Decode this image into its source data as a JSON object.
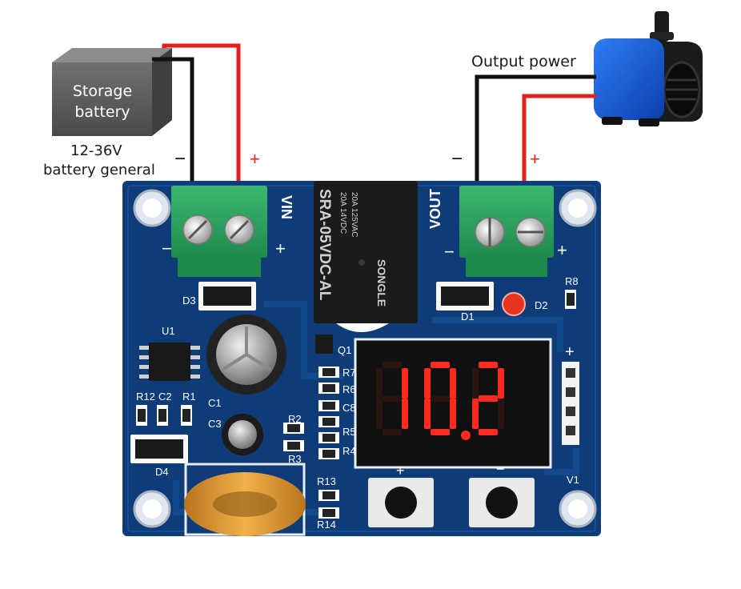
{
  "battery": {
    "label": "Storage\nbattery",
    "spec_line1": "12-36V",
    "spec_line2": "battery general",
    "minus": "−",
    "plus": "+"
  },
  "output": {
    "label": "Output power",
    "minus": "−",
    "plus": "+"
  },
  "board": {
    "input_label": "VIN",
    "output_label": "VOUT",
    "term_minus": "−",
    "term_plus": "+",
    "relay_text": "SRA-05VDC-AL",
    "relay_rating1": "20A 14VDC",
    "relay_rating2": "20A 125VAC",
    "relay_brand": "SONGLE",
    "display_value": "10.2",
    "display_color": "#ff2a1f",
    "pcb_color": "#0d3c78",
    "silk": [
      "D3",
      "U1",
      "R12",
      "C2",
      "R1",
      "C1",
      "C3",
      "R2",
      "R3",
      "D4",
      "Q1",
      "R7",
      "R6",
      "C8",
      "R5",
      "R4",
      "D1",
      "D2",
      "R8",
      "R13",
      "R14",
      "V1"
    ],
    "btn_plus": "+",
    "btn_minus": "−"
  }
}
